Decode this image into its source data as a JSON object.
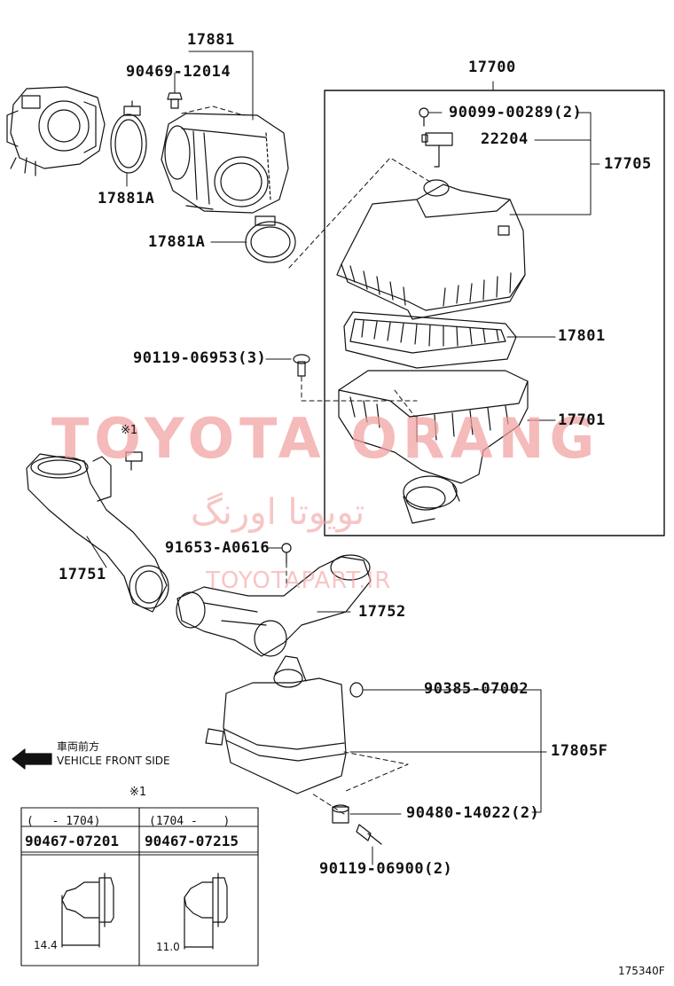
{
  "labels": {
    "p17881": "17881",
    "p90469": "90469-12014",
    "p17881A_top": "17881A",
    "p17881A_mid": "17881A",
    "p17700": "17700",
    "p90099": "90099-00289(2)",
    "p22204": "22204",
    "p17705": "17705",
    "p17801": "17801",
    "p90119_06953": "90119-06953(3)",
    "p17701": "17701",
    "p91653": "91653-A0616",
    "p17751": "17751",
    "p17752": "17752",
    "p90385": "90385-07002",
    "p17805F": "17805F",
    "p90480": "90480-14022(2)",
    "p90119_06900": "90119-06900(2)",
    "note_mark": "※1",
    "diagram_code": "175340F"
  },
  "direction": {
    "ja": "車両前方",
    "en": "VEHICLE FRONT SIDE"
  },
  "inset": {
    "mark": "※1",
    "col1_period": "(　 - 1704)",
    "col2_period": "(1704 - 　 )",
    "col1_part": "90467-07201",
    "col2_part": "90467-07215",
    "col1_dim": "14.4",
    "col2_dim": "11.0"
  },
  "watermark": {
    "big": "TOYOTA ORANG",
    "persian": "تویوتا اورنگ",
    "url": "TOYOTAPART.IR"
  }
}
